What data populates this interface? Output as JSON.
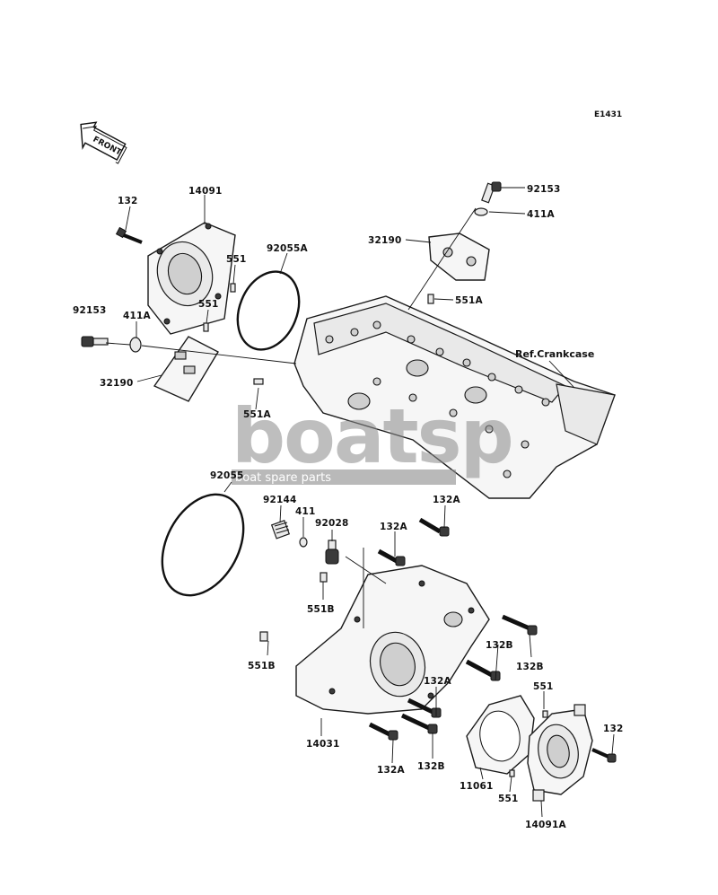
{
  "diagram_code": "E1431",
  "front_marker": "FRONT",
  "reference_label": "Ref.Crankcase",
  "watermark": {
    "logo": "boatsp",
    "tagline": "boat spare parts"
  },
  "labels": {
    "l_132_top": "132",
    "l_14091": "14091",
    "l_551_a": "551",
    "l_551_b": "551",
    "l_92055A": "92055A",
    "l_92153_left": "92153",
    "l_411A_left": "411A",
    "l_32190_left": "32190",
    "l_551A_left": "551A",
    "l_92153_right": "92153",
    "l_411A_right": "411A",
    "l_32190_right": "32190",
    "l_551A_right": "551A",
    "l_92055": "92055",
    "l_92144": "92144",
    "l_411": "411",
    "l_92028": "92028",
    "l_132A_1": "132A",
    "l_132A_2": "132A",
    "l_551B_1": "551B",
    "l_551B_2": "551B",
    "l_132B_1": "132B",
    "l_132B_2": "132B",
    "l_132A_3": "132A",
    "l_551_c": "551",
    "l_132_right": "132",
    "l_14031": "14031",
    "l_132A_4": "132A",
    "l_132B_3": "132B",
    "l_11061": "11061",
    "l_551_d": "551",
    "l_14091A": "14091A"
  }
}
